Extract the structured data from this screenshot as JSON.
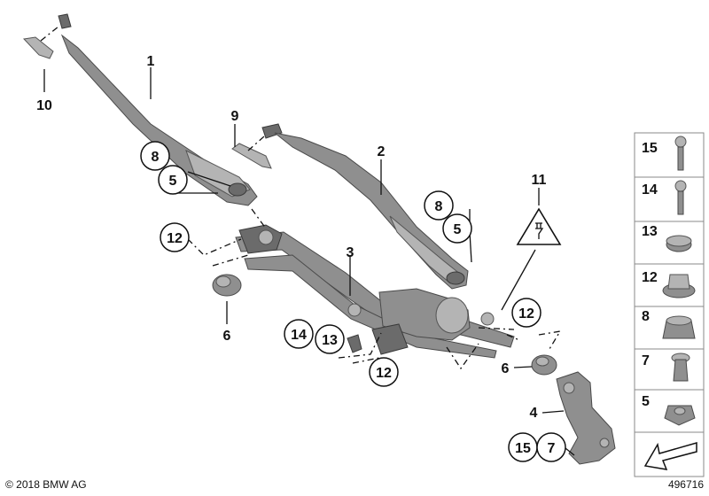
{
  "callouts": {
    "c1": "1",
    "c2": "2",
    "c3": "3",
    "c4": "4",
    "c5a": "5",
    "c5b": "5",
    "c6a": "6",
    "c6b": "6",
    "c7": "7",
    "c8a": "8",
    "c8b": "8",
    "c9": "9",
    "c10": "10",
    "c11": "11",
    "c12a": "12",
    "c12b": "12",
    "c12c": "12",
    "c13": "13",
    "c14": "14",
    "c15": "15"
  },
  "legend": {
    "r15": "15",
    "r14": "14",
    "r13": "13",
    "r12": "12",
    "r8": "8",
    "r7": "7",
    "r5": "5"
  },
  "footer": {
    "copyright": "© 2018 BMW AG",
    "diagram_id": "496716"
  },
  "icons": {
    "warning": "electrical-warning-triangle-icon",
    "direction": "travel-direction-arrow-icon"
  }
}
